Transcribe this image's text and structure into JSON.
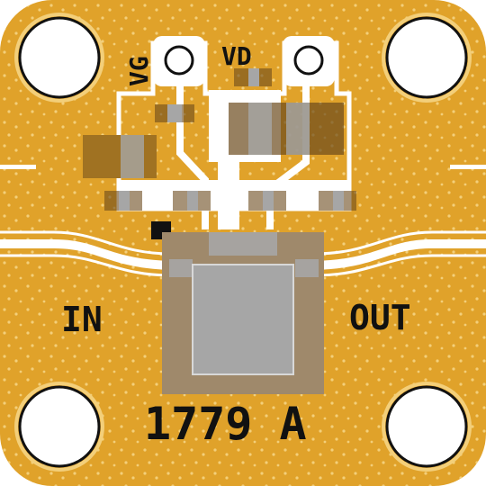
{
  "labels": {
    "gate": "VG",
    "drain": "VD",
    "input": "IN",
    "output": "OUT",
    "part_number": "1779 A"
  },
  "colors": {
    "board": "#e0a22a",
    "board_edge": "#c98b1a",
    "trace": "#ffffff",
    "via": "#f3cf7a",
    "component_shadow": "#6b4a1c",
    "die": "#a6a6a6",
    "text": "#111111"
  }
}
